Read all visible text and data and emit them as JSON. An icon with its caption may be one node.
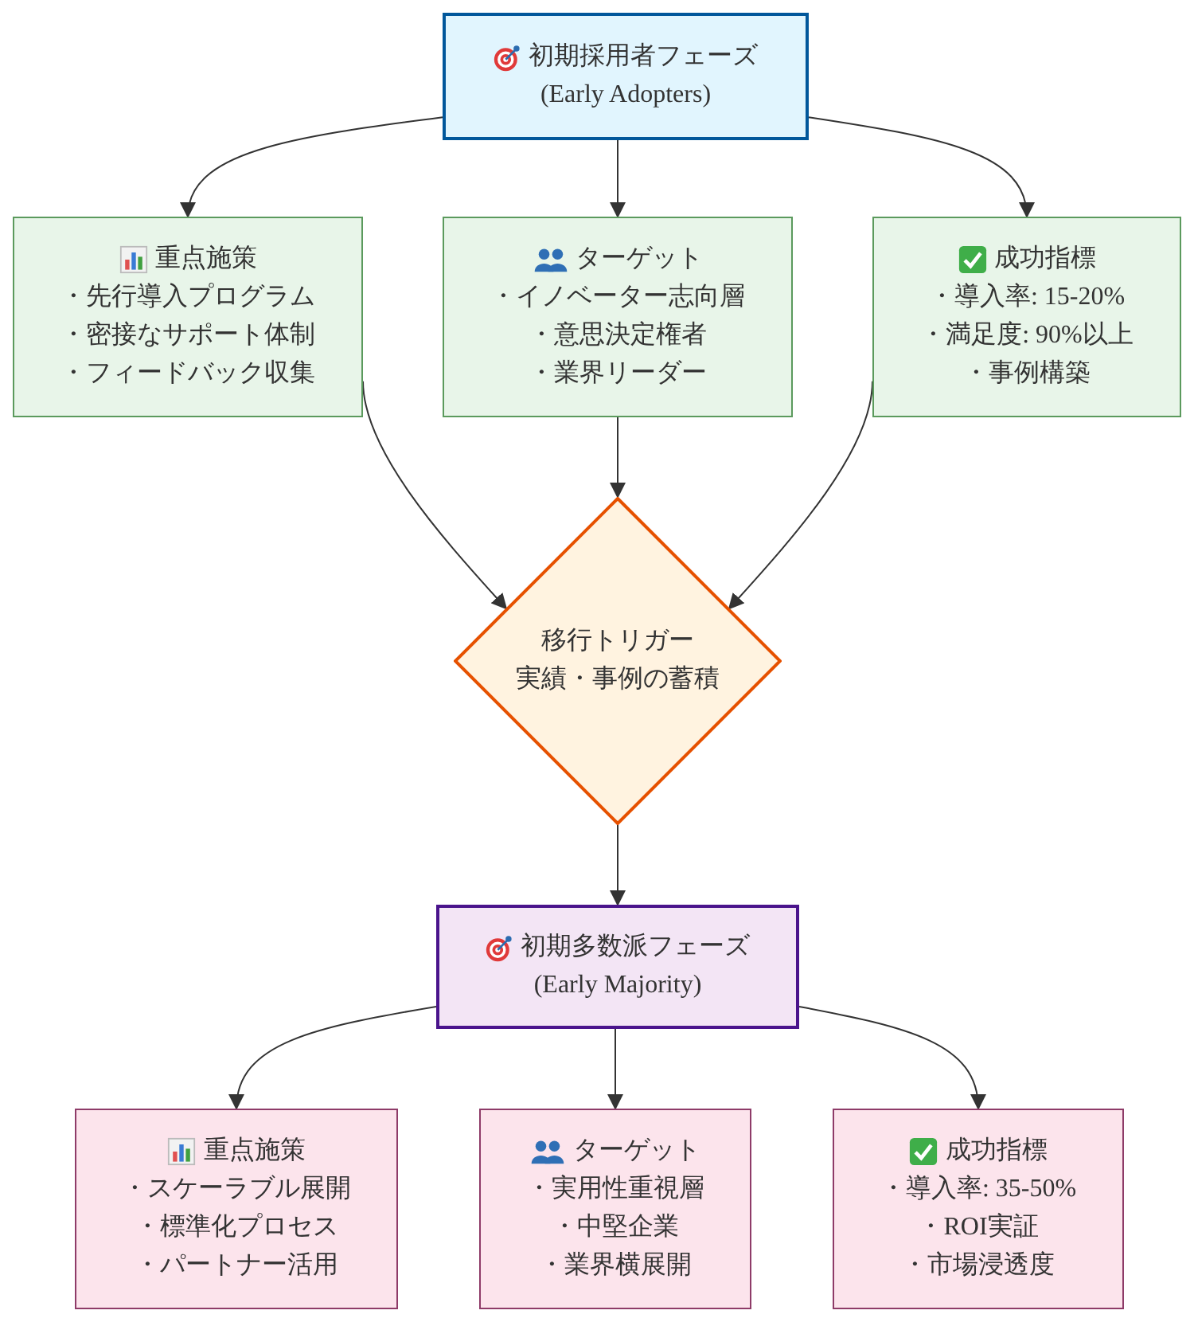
{
  "diagram": {
    "nodes": [
      {
        "text": [
          "初期採用者フェーズ",
          "(Early Adopters)"
        ]
      },
      {
        "text": [
          "重点施策",
          "・先行導入プログラム",
          "・密接なサポート体制",
          "・フィードバック収集"
        ]
      },
      {
        "text": [
          "ターゲット",
          "・イノベーター志向層",
          "・意思決定権者",
          "・業界リーダー"
        ]
      },
      {
        "text": [
          "成功指標",
          "・導入率: 15-20%",
          "・満足度: 90%以上",
          "・事例構築"
        ]
      },
      {
        "text": [
          "移行トリガー",
          "実績・事例の蓄積"
        ]
      },
      {
        "text": [
          "初期多数派フェーズ",
          "(Early Majority)"
        ]
      },
      {
        "text": [
          "重点施策",
          "・スケーラブル展開",
          "・標準化プロセス",
          "・パートナー活用"
        ]
      },
      {
        "text": [
          "ターゲット",
          "・実用性重視層",
          "・中堅企業",
          "・業界横展開"
        ]
      },
      {
        "text": [
          "成功指標",
          "・導入率: 35-50%",
          "・ROI実証",
          "・市場浸透度"
        ]
      }
    ],
    "edges": [
      {
        "from": 0,
        "to": 1,
        "arrow": "to"
      },
      {
        "from": 0,
        "to": 2,
        "arrow": "to"
      },
      {
        "from": 0,
        "to": 3,
        "arrow": "to"
      },
      {
        "from": 1,
        "to": 4,
        "arrow": "to"
      },
      {
        "from": 2,
        "to": 4,
        "arrow": "to"
      },
      {
        "from": 3,
        "to": 4,
        "arrow": "to"
      },
      {
        "from": 4,
        "to": 5,
        "arrow": "to"
      },
      {
        "from": 5,
        "to": 6,
        "arrow": "to"
      },
      {
        "from": 5,
        "to": 7,
        "arrow": "to"
      },
      {
        "from": 5,
        "to": 8,
        "arrow": "to"
      }
    ]
  }
}
